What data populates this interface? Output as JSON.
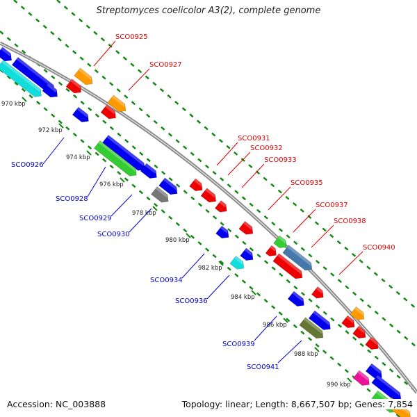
{
  "title": "Streptomyces coelicolor A3(2), complete genome",
  "footer": {
    "accession": "Accession: NC_003888",
    "summary": "Topology: linear; Length: 8,667,507 bp; Genes: 7,854"
  },
  "colors": {
    "red": "#ee0000",
    "blue": "#0000ee",
    "cyan": "#11dddd",
    "orange": "#ff9900",
    "green": "#33cc33",
    "gray": "#777777",
    "steel": "#4477aa",
    "olive": "#667733",
    "magenta": "#ee1199",
    "backbone": "#888888",
    "dots": "#118811",
    "label_red": "#dd0000",
    "label_blue": "#0000cc"
  },
  "kbp_ticks": [
    "970 kbp",
    "972 kbp",
    "974 kbp",
    "976 kbp",
    "978 kbp",
    "980 kbp",
    "982 kbp",
    "984 kbp",
    "986 kbp",
    "988 kbp",
    "990 kbp"
  ],
  "gene_labels_top": [
    "SCO0925",
    "SCO0927",
    "SCO0931",
    "SCO0932",
    "SCO0933",
    "SCO0935",
    "SCO0937",
    "SCO0938",
    "SCO0940"
  ],
  "gene_labels_bottom": [
    "SCO0926",
    "SCO0928",
    "SCO0929",
    "SCO0930",
    "SCO0934",
    "SCO0936",
    "SCO0939",
    "SCO0941"
  ]
}
